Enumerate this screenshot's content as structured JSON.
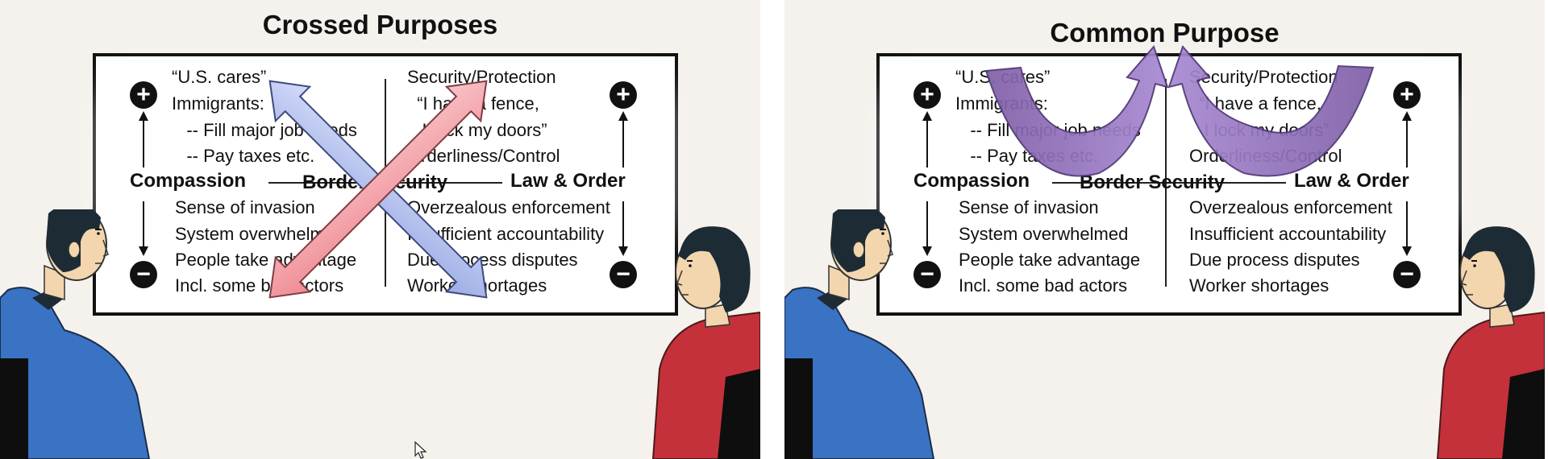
{
  "left_panel": {
    "title": "Crossed Purposes"
  },
  "right_panel": {
    "title": "Common Purpose"
  },
  "diagram": {
    "top_left": [
      "“U.S. cares”",
      "Immigrants:",
      "   -- Fill major job needs",
      "   -- Pay taxes etc."
    ],
    "top_right": [
      "Security/Protection",
      "  “I have a fence,",
      "   I lock my doors”",
      "Orderliness/Control"
    ],
    "center_label": "Border Security",
    "left_label": "Compassion",
    "right_label": "Law & Order",
    "bottom_left": [
      "Sense of invasion",
      "System overwhelmed",
      "People take advantage",
      "Incl. some bad actors"
    ],
    "bottom_right": [
      "Overzealous enforcement",
      "Insufficient accountability",
      "Due process disputes",
      "Worker shortages"
    ],
    "plus_symbol": "+",
    "minus_symbol": "−"
  },
  "colors": {
    "background": "#f5f1ed",
    "crossed_arrow_blue": "#b7c3ee",
    "crossed_arrow_red": "#f4a7ad",
    "common_arrow_purple": "#9c82c6",
    "person_left_shirt": "#3a72c4",
    "person_right_shirt": "#c5313b",
    "hair": "#1d2b35"
  },
  "icons": [
    "plus-icon",
    "minus-icon",
    "double-headed-arrow",
    "curved-arrow",
    "mouse-cursor-icon"
  ]
}
